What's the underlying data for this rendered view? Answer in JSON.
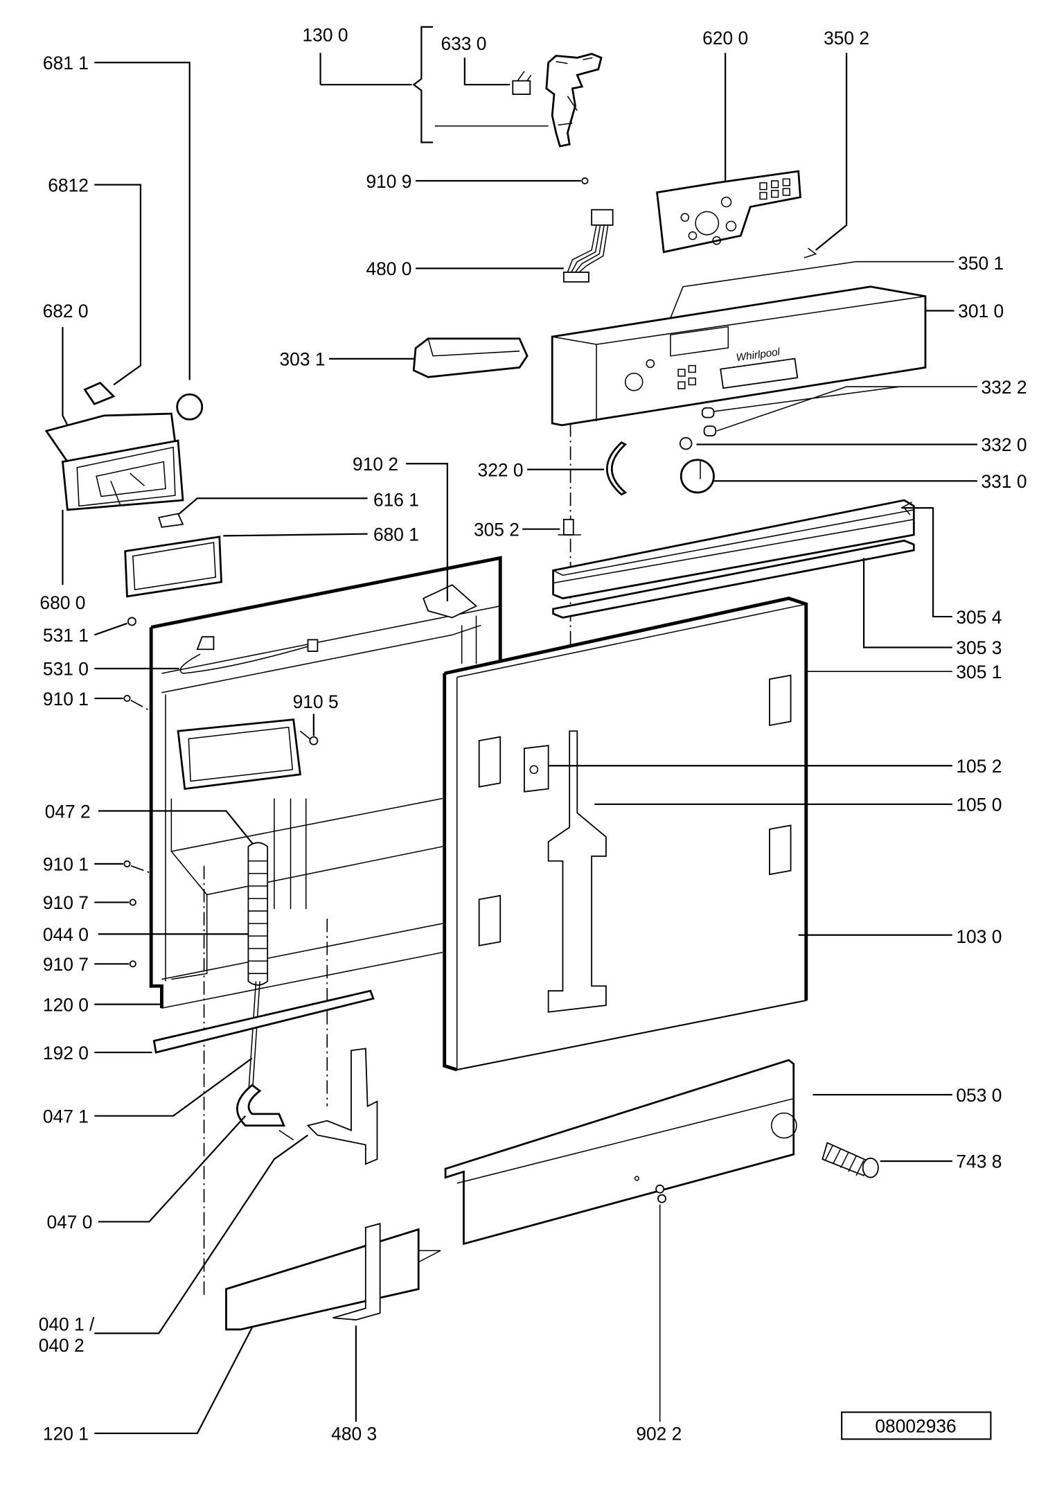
{
  "title": "Dishwasher door exploded parts diagram",
  "drawing_number": "08002936",
  "labels": {
    "p1300": "130 0",
    "p6330": "633 0",
    "p6200": "620 0",
    "p3502": "350 2",
    "p6811": "681 1",
    "p6812": "6812",
    "p9109": "910 9",
    "p4800": "480 0",
    "p3501": "350 1",
    "p3010": "301 0",
    "p6820": "682 0",
    "p3031": "303 1",
    "p3322": "332 2",
    "p3320": "332 0",
    "p9102": "910 2",
    "p3220": "322 0",
    "p3310": "331 0",
    "p6161": "616 1",
    "p6801": "680 1",
    "p3052": "305 2",
    "p6800": "680 0",
    "p3054": "305 4",
    "p5311": "531 1",
    "p3053": "305 3",
    "p5310": "531 0",
    "p3051": "305 1",
    "p9101a": "910 1",
    "p9105": "910 5",
    "p1052": "105 2",
    "p1050": "105 0",
    "p0472": "047 2",
    "p9101b": "910 1",
    "p9107a": "910 7",
    "p0440": "044 0",
    "p1030": "103 0",
    "p9107b": "910 7",
    "p1200": "120 0",
    "p1920": "192 0",
    "p0530": "053 0",
    "p0471": "047 1",
    "p7438": "743 8",
    "p0470": "047 0",
    "p0401": "040 1 /",
    "p0402": "040 2",
    "p1201": "120 1",
    "p4803": "480 3",
    "p9022": "902 2"
  },
  "panel_text": {
    "brand": "Whirlpool"
  }
}
